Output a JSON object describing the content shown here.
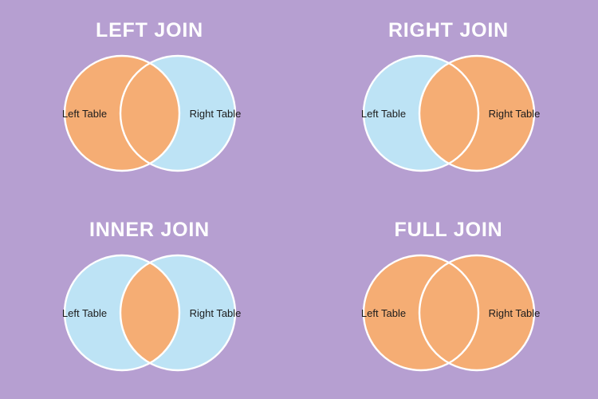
{
  "poster": {
    "background_color": "#b69fd1",
    "title_color": "#ffffff",
    "label_color": "#1c1c1c",
    "stroke_color": "#ffffff",
    "fill_highlight": "#f5ad74",
    "fill_muted": "#bde3f5"
  },
  "labels": {
    "left_table": "Left Table",
    "right_table": "Right Table"
  },
  "diagrams": [
    {
      "id": "left-join",
      "title": "LEFT JOIN",
      "left_label": "Left Table",
      "right_label": "Right Table",
      "left_only_fill": "#f5ad74",
      "overlap_fill": "#f5ad74",
      "right_only_fill": "#bde3f5"
    },
    {
      "id": "right-join",
      "title": "RIGHT JOIN",
      "left_label": "Left Table",
      "right_label": "Right Table",
      "left_only_fill": "#bde3f5",
      "overlap_fill": "#f5ad74",
      "right_only_fill": "#f5ad74"
    },
    {
      "id": "inner-join",
      "title": "INNER JOIN",
      "left_label": "Left Table",
      "right_label": "Right Table",
      "left_only_fill": "#bde3f5",
      "overlap_fill": "#f5ad74",
      "right_only_fill": "#bde3f5"
    },
    {
      "id": "full-join",
      "title": "FULL JOIN",
      "left_label": "Left Table",
      "right_label": "Right Table",
      "left_only_fill": "#f5ad74",
      "overlap_fill": "#f5ad74",
      "right_only_fill": "#f5ad74"
    }
  ]
}
